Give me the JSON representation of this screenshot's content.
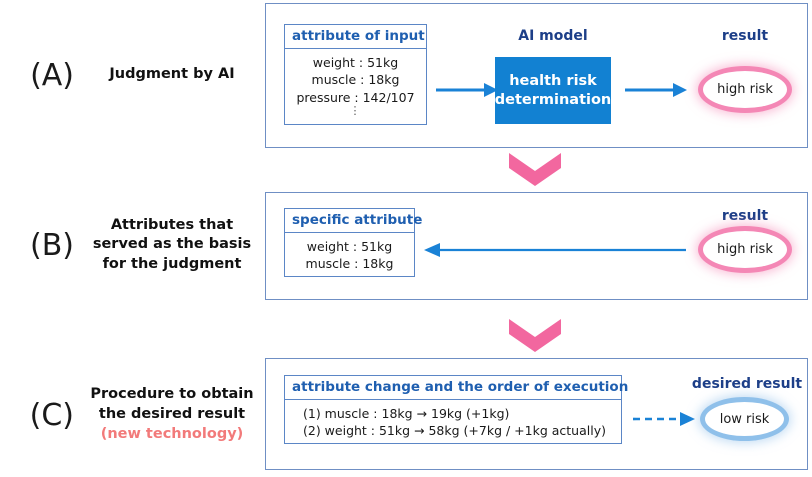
{
  "diagram": {
    "title_implicit": "AI judgment, basis attributes, and procedure to obtain desired result",
    "colors": {
      "panel_border": "#6f8fc4",
      "card_border": "#5b86c6",
      "heading_blue": "#1f5fb0",
      "caption_navy": "#1d3f88",
      "model_blue": "#1281d2",
      "arrow_blue": "#1a82d6",
      "chevron_pink": "#f2679f",
      "glow_pink": "#f487b5",
      "glow_blue": "#8fc0ea",
      "subtitle_red": "#f27a7a"
    }
  },
  "rows": [
    {
      "letter": "(A)",
      "title": "Judgment by AI",
      "subtitle": "",
      "card": {
        "header": "attribute of input",
        "lines": [
          "weight : 51kg",
          "muscle : 18kg",
          "pressure : 142/107"
        ],
        "ellipsis": "⋮"
      },
      "model": {
        "caption": "AI model",
        "line1": "health risk",
        "line2": "determination"
      },
      "result": {
        "caption": "result",
        "value": "high risk"
      },
      "arrow1_name": "arrow-input-to-model",
      "arrow2_name": "arrow-model-to-result"
    },
    {
      "letter": "(B)",
      "title_line1": "Attributes that",
      "title_line2": "served as the basis",
      "title_line3": "for the judgment",
      "card": {
        "header": "specific attribute",
        "lines": [
          "weight : 51kg",
          "muscle : 18kg"
        ]
      },
      "result": {
        "caption": "result",
        "value": "high risk"
      },
      "arrow_name": "arrow-result-to-attribute"
    },
    {
      "letter": "(C)",
      "title_line1": "Procedure to obtain",
      "title_line2": "the desired result",
      "subtitle": "(new technology)",
      "card": {
        "header": "attribute change and the order of execution",
        "lines": [
          "(1)  muscle : 18kg  →  19kg (+1kg)",
          "(2)  weight : 51kg  →  58kg (+7kg / +1kg actually)"
        ]
      },
      "result": {
        "caption": "desired result",
        "value": "low risk"
      },
      "arrow_name": "arrow-dashed-to-desired-result"
    }
  ],
  "connectors": {
    "chevron_a_to_b": "chevron-down",
    "chevron_b_to_c": "chevron-down"
  }
}
